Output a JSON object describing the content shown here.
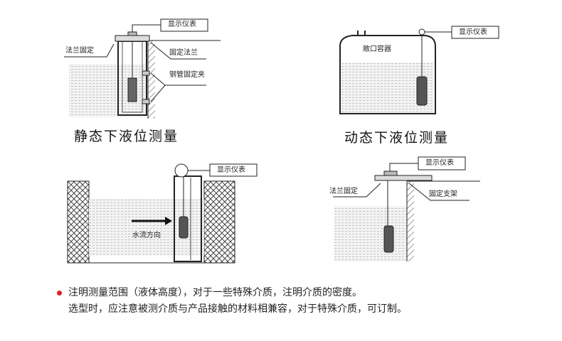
{
  "panels": [
    {
      "title": "静态下液位测量",
      "labels": {
        "display": "显示仪表",
        "flange_fix": "法兰固定",
        "fixed_flange": "固定法兰",
        "pipe_clamp": "钢管固定夹"
      }
    },
    {
      "title": "动态下液位测量",
      "labels": {
        "display": "显示仪表",
        "open_container": "敞口容器"
      }
    },
    {
      "labels": {
        "display": "显示仪表",
        "flow_direction": "水流方向"
      }
    },
    {
      "labels": {
        "display": "显示仪表",
        "flange_fix": "法兰固定",
        "fixed_bracket": "固定支架"
      }
    }
  ],
  "notes": [
    "注明测量范围（液体高度），对于一些特殊介质，注明介质的密度。",
    "选型时，应注意被测介质与产品接触的材料相兼容，对于特殊介质，可订制。"
  ],
  "colors": {
    "bullet": "#e02020",
    "water": "#c8c8c8"
  }
}
